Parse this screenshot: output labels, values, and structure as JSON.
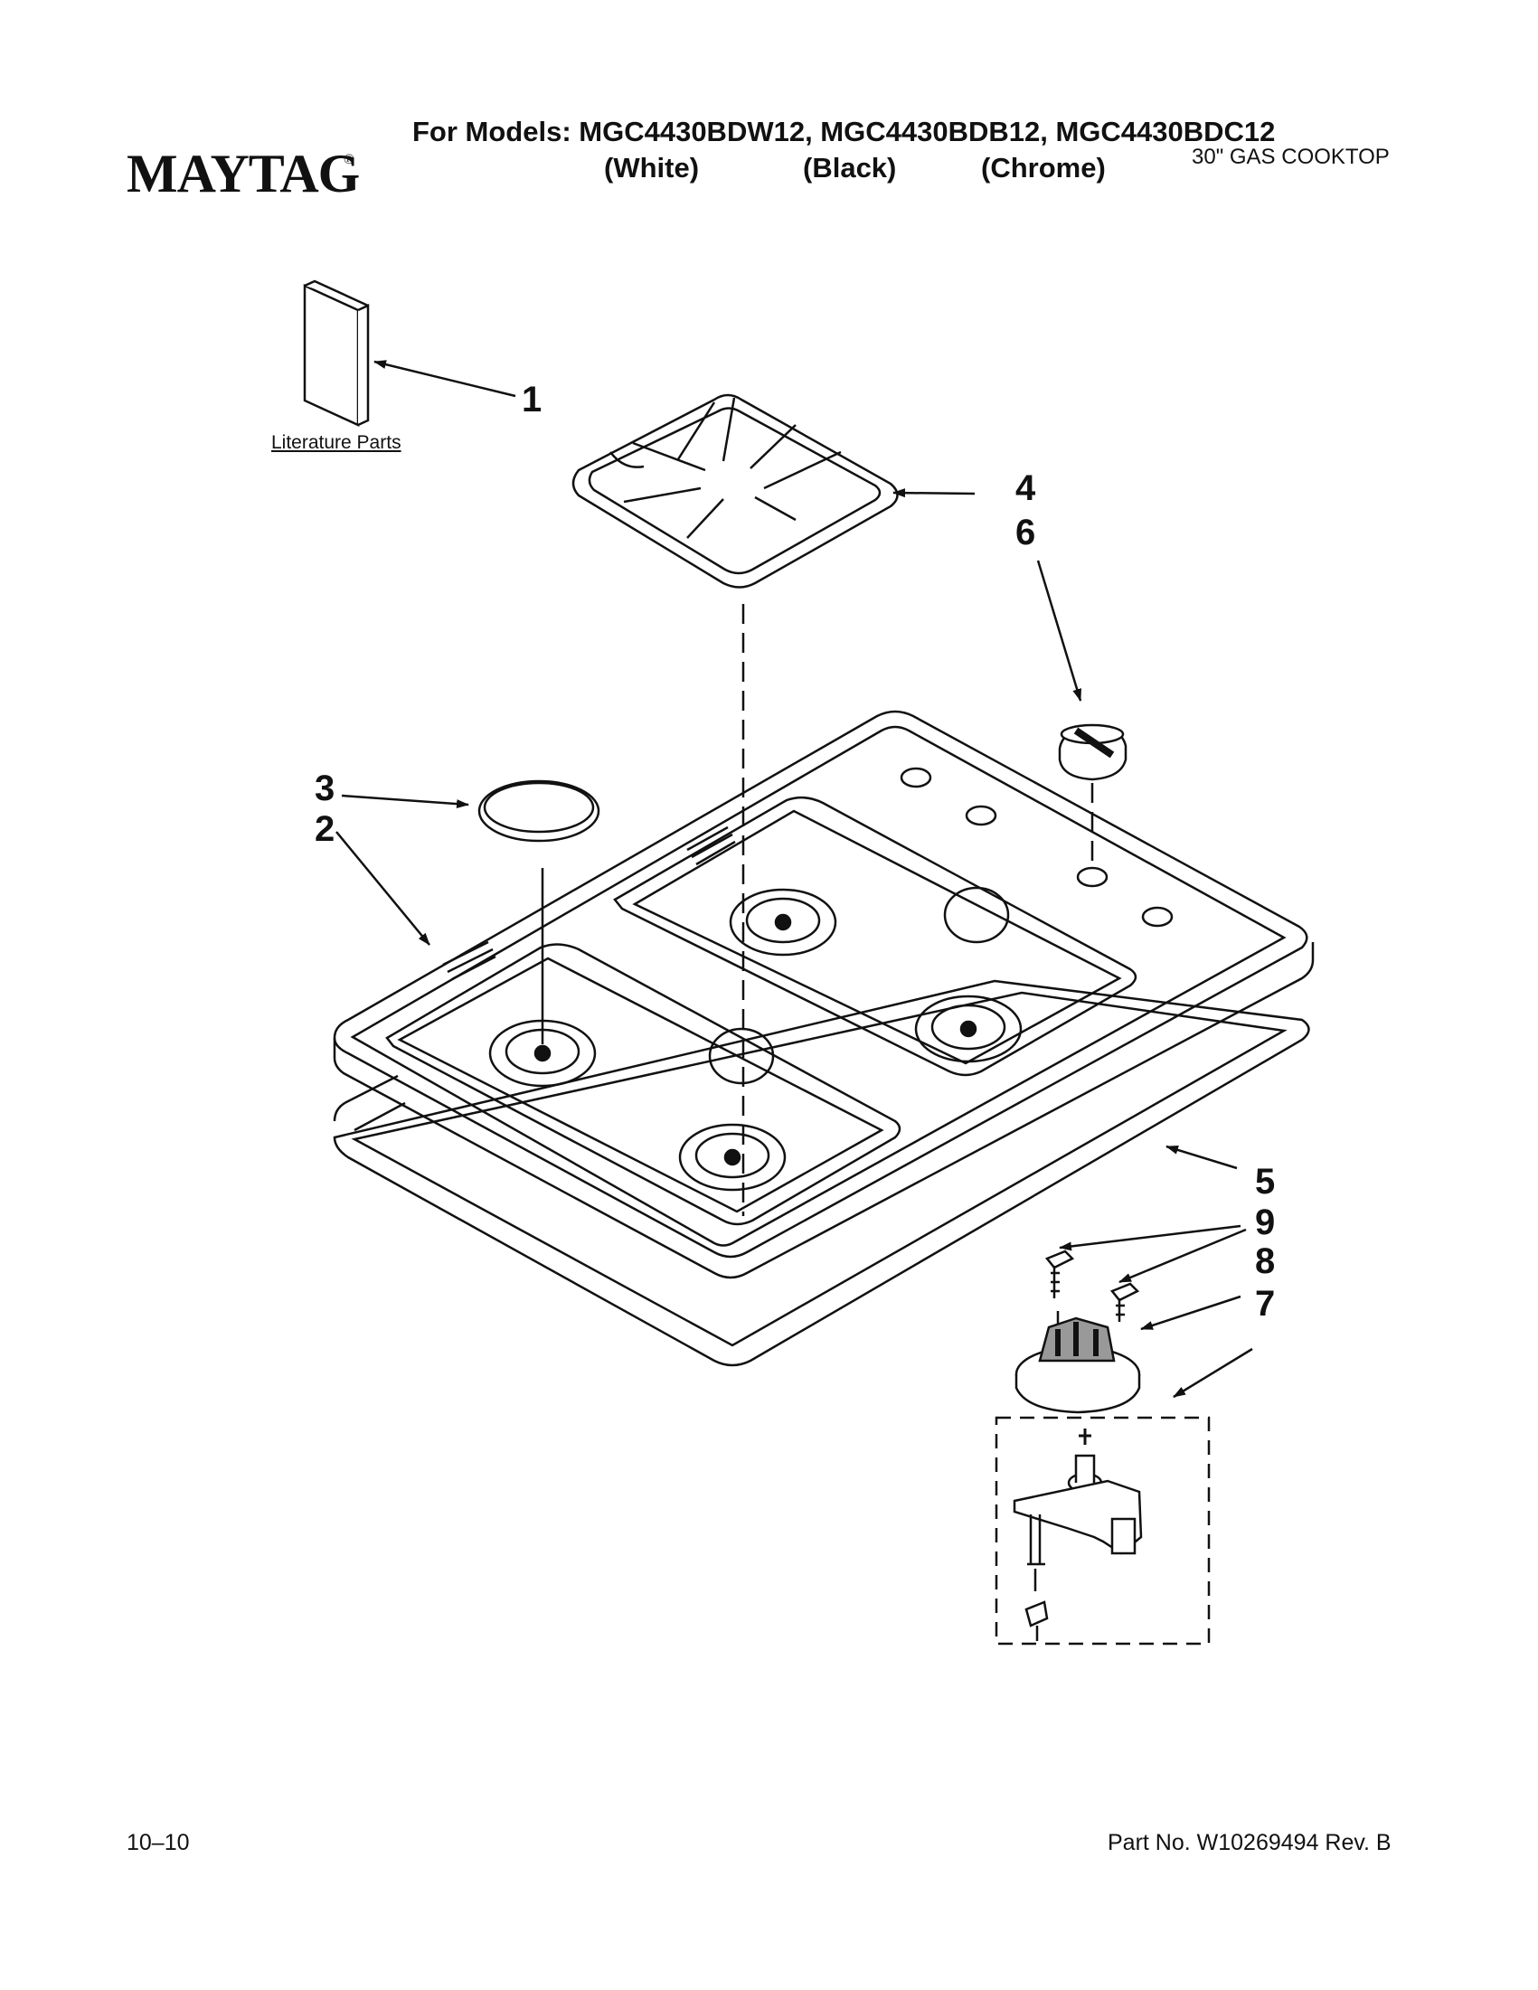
{
  "header": {
    "brand": "MAYTAG",
    "brand_mark": "®",
    "models_line": "For Models: MGC4430BDW12, MGC4430BDB12, MGC4430BDC12",
    "colors": [
      "(White)",
      "(Black)",
      "(Chrome)"
    ],
    "product": "30\" GAS COOKTOP"
  },
  "diagram": {
    "literature_label": "Literature Parts",
    "callouts": [
      "1",
      "2",
      "3",
      "4",
      "5",
      "6",
      "7",
      "8",
      "9"
    ]
  },
  "footer": {
    "date": "10–10",
    "part_number": "Part No. W10269494 Rev. B"
  }
}
